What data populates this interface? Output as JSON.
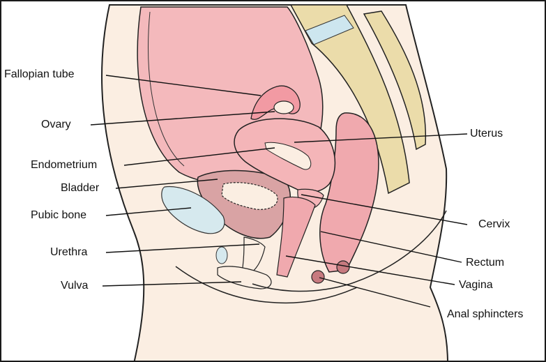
{
  "diagram": {
    "labels": {
      "fallopian_tube": "Fallopian tube",
      "ovary": "Ovary",
      "endometrium": "Endometrium",
      "bladder": "Bladder",
      "pubic_bone": "Pubic bone",
      "urethra": "Urethra",
      "vulva": "Vulva",
      "uterus": "Uterus",
      "cervix": "Cervix",
      "rectum": "Rectum",
      "vagina": "Vagina",
      "anal_sphincters": "Anal sphincters"
    }
  }
}
